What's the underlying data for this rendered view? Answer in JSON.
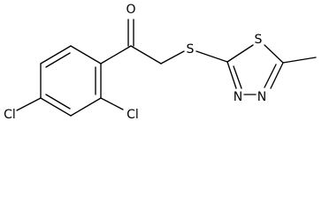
{
  "structure": {
    "atoms": {
      "oxygen": "O",
      "sulfur_linker": "S",
      "sulfur_ring": "S",
      "nitrogen_left": "N",
      "nitrogen_right": "N",
      "chlorine_left": "Cl",
      "chlorine_right": "Cl"
    }
  }
}
